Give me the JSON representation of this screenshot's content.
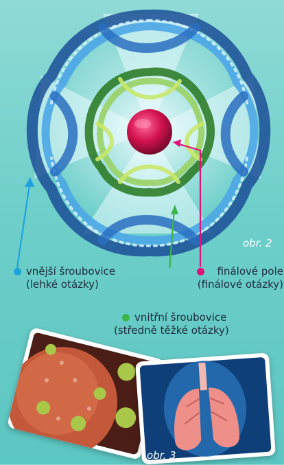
{
  "figure_top": {
    "caption": "obr. 2",
    "labels": {
      "outer_title": "vnější šroubovice",
      "outer_sub": "(lehké otázky)",
      "final_title": "finálové pole",
      "final_sub": "(finálové otázky)",
      "inner_title": "vnitřní šroubovice",
      "inner_sub": "(středně těžké otázky)"
    },
    "colors": {
      "outer": "#1ea3df",
      "final": "#e0127a",
      "inner": "#3cb54a"
    }
  },
  "figure_bottom": {
    "caption": "obr. 3",
    "cards": [
      "virus-image",
      "lungs-image"
    ]
  }
}
